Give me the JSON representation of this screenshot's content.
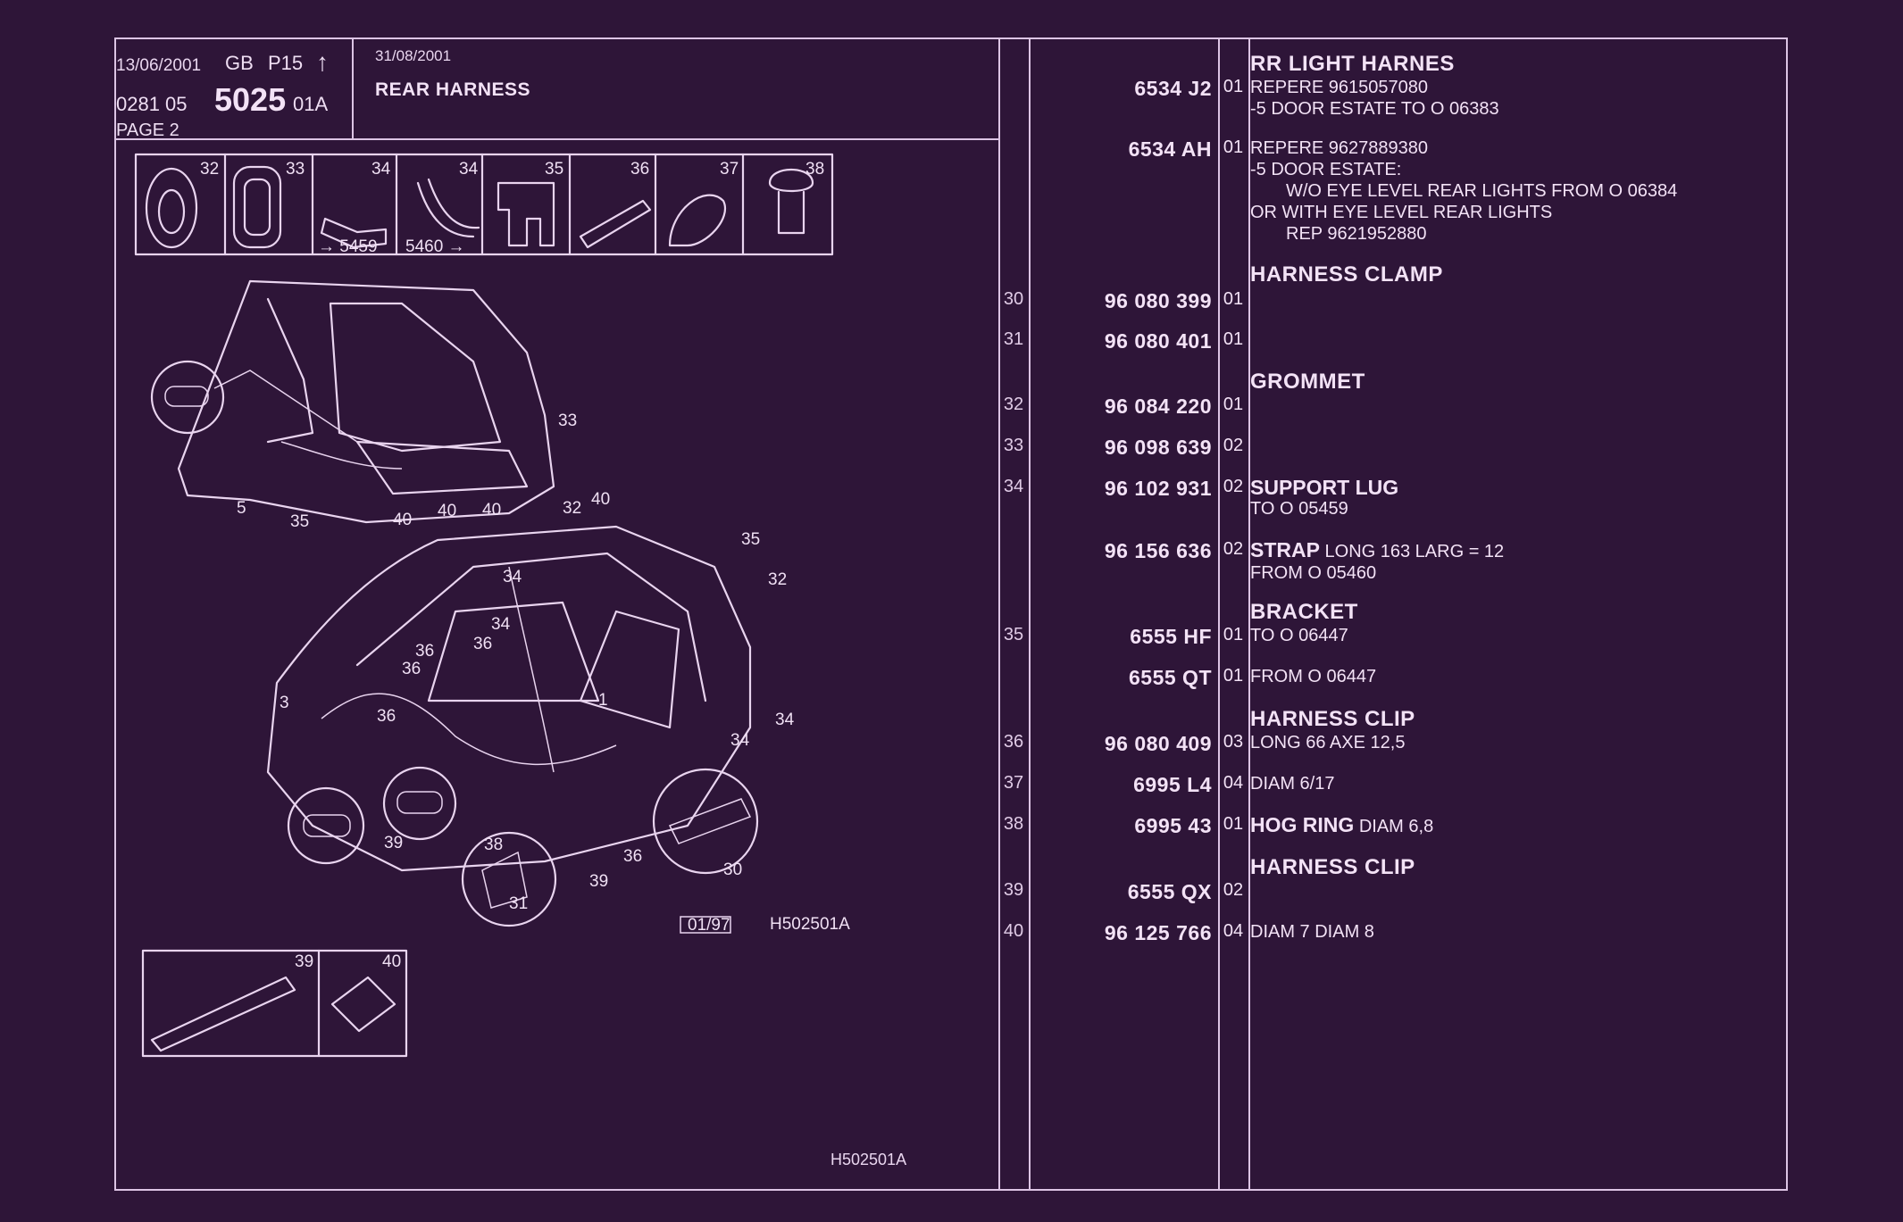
{
  "header": {
    "date1": "13/06/2001",
    "lang": "GB",
    "page_code": "P15",
    "arrow": "↑",
    "code_prefix": "0281 05",
    "code_big": "5025",
    "code_suffix": "01A",
    "page": "PAGE 2",
    "date2": "31/08/2001",
    "title": "REAR HARNESS"
  },
  "diagram": {
    "thumbs": [
      "32",
      "33",
      "34",
      "34",
      "35",
      "36",
      "37",
      "38"
    ],
    "thumb_sub_a": "→ 5459",
    "thumb_sub_b": "5460 →",
    "callouts_top": [
      "33",
      "5",
      "35",
      "40",
      "40",
      "40",
      "40"
    ],
    "callouts_bottom": [
      "32",
      "35",
      "32",
      "34",
      "34",
      "36",
      "36",
      "36",
      "3",
      "36",
      "1",
      "34",
      "34",
      "39",
      "38",
      "31",
      "39",
      "36",
      "30"
    ],
    "stamp": "01/97",
    "ref_small": "H502501A",
    "bottom_thumbs": [
      "39",
      "40"
    ],
    "footer_ref": "H502501A"
  },
  "list": {
    "sections": [
      {
        "title": "RR LIGHT HARNES"
      },
      {
        "title": "HARNESS CLAMP"
      },
      {
        "title": "GROMMET"
      },
      {
        "title": "BRACKET"
      },
      {
        "title": "HARNESS CLIP"
      },
      {
        "title": "HARNESS CLIP"
      }
    ],
    "rows": [
      {
        "idx": "",
        "ref": "6534 J2",
        "qty": "01",
        "l1": "REPERE  9615057080",
        "l2": "-5 DOOR ESTATE TO  O  06383"
      },
      {
        "idx": "",
        "ref": "6534 AH",
        "qty": "01",
        "l1": "REPERE  9627889380",
        "l2": "-5 DOOR ESTATE:",
        "l3": "W/O EYE LEVEL REAR LIGHTS FROM  O  06384",
        "l4": "OR WITH EYE LEVEL REAR LIGHTS",
        "l5": "REP 9621952880"
      },
      {
        "idx": "30",
        "ref": "96 080 399",
        "qty": "01"
      },
      {
        "idx": "31",
        "ref": "96 080 401",
        "qty": "01"
      },
      {
        "idx": "32",
        "ref": "96 084 220",
        "qty": "01"
      },
      {
        "idx": "33",
        "ref": "96 098 639",
        "qty": "02"
      },
      {
        "idx": "34",
        "ref": "96 102 931",
        "qty": "02",
        "bold": "SUPPORT LUG",
        "l1": "TO  O  05459"
      },
      {
        "idx": "",
        "ref": "96 156 636",
        "qty": "02",
        "bold": "STRAP",
        "tail": " LONG 163 LARG = 12",
        "l1": "FROM  O  05460"
      },
      {
        "idx": "35",
        "ref": "6555 HF",
        "qty": "01",
        "l1": "TO  O  06447"
      },
      {
        "idx": "",
        "ref": "6555 QT",
        "qty": "01",
        "l1": "FROM  O  06447"
      },
      {
        "idx": "36",
        "ref": "96 080 409",
        "qty": "03",
        "l1": "LONG 66 AXE 12,5"
      },
      {
        "idx": "37",
        "ref": "6995 L4",
        "qty": "04",
        "l1": "DIAM 6/17"
      },
      {
        "idx": "38",
        "ref": "6995 43",
        "qty": "01",
        "bold": "HOG RING",
        "tail": " DIAM 6,8"
      },
      {
        "idx": "39",
        "ref": "6555 QX",
        "qty": "02"
      },
      {
        "idx": "40",
        "ref": "96 125 766",
        "qty": "04",
        "l1": "DIAM 7 DIAM 8"
      }
    ]
  }
}
